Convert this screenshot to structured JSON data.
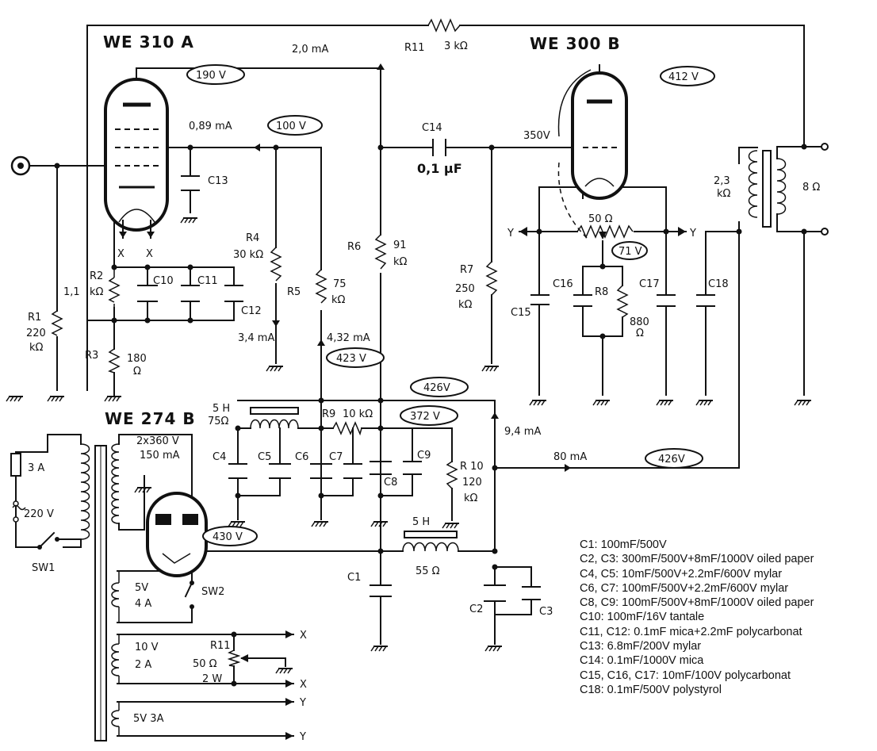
{
  "tubes": {
    "v1": "WE 310 A",
    "v2": "WE 300 B",
    "rect": "WE 274 B"
  },
  "voltages": {
    "v190": "190 V",
    "v100": "100 V",
    "v412": "412 V",
    "v71": "71 V",
    "v423": "423 V",
    "v426a": "426V",
    "v372": "372 V",
    "v426b": "426V",
    "v430": "430 V",
    "v350": "350V"
  },
  "currents": {
    "i20": "2,0 mA",
    "i089": "0,89 mA",
    "i34": "3,4 mA",
    "i432": "4,32 mA",
    "i94": "9,4 mA",
    "i80": "80 mA"
  },
  "resistors": {
    "r11_top": "R11",
    "r11_top_val": "3 kΩ",
    "r1": "R1",
    "r1_val": "220",
    "r1_unit": "kΩ",
    "r1_aux": "1,1",
    "r2": "R2",
    "r2_unit": "kΩ",
    "r3": "R3",
    "r3_val": "180",
    "r3_unit": "Ω",
    "r4": "R4",
    "r4_val": "30 kΩ",
    "r5": "R5",
    "r5_val": "75",
    "r5_unit": "kΩ",
    "r6": "R6",
    "r6_val": "91",
    "r6_unit": "kΩ",
    "r7": "R7",
    "r7_val": "250",
    "r7_unit": "kΩ",
    "r8": "R8",
    "r8_val": "880",
    "r8_unit": "Ω",
    "pot_val": "50 Ω",
    "r9": "R9",
    "r9_val": "10 kΩ",
    "r10": "R 10",
    "r10_val": "120",
    "r10_unit": "kΩ",
    "r11_bot": "R11",
    "r11_bot_val": "50 Ω",
    "r11_bot_w": "2 W"
  },
  "caps": {
    "c1": "C1",
    "c2": "C2",
    "c3": "C3",
    "c4": "C4",
    "c5": "C5",
    "c6": "C6",
    "c7": "C7",
    "c8": "C8",
    "c9": "C9",
    "c10": "C10",
    "c11": "C11",
    "c12": "C12",
    "c13": "C13",
    "c14": "C14",
    "c14_val": "0,1 μF",
    "c15": "C15",
    "c16": "C16",
    "c17": "C17",
    "c18": "C18"
  },
  "chokes": {
    "l1": "5 H",
    "l1_r": "75Ω",
    "l2": "5 H",
    "l2_r": "55 Ω"
  },
  "transformer": {
    "prim": "2,3",
    "prim_unit": "kΩ",
    "sec": "8 Ω"
  },
  "power": {
    "fuse": "3 A",
    "mains": "220 V",
    "sw1": "SW1",
    "sw2": "SW2",
    "hv": "2x360 V",
    "hv_i": "150 mA",
    "fil1_v": "5V",
    "fil1_i": "4 A",
    "fil2_v": "10 V",
    "fil2_i": "2 A",
    "fil3": "5V  3A"
  },
  "terminals": {
    "x": "X",
    "y": "Y"
  },
  "parts_list": [
    "C1: 100mF/500V",
    "C2, C3: 300mF/500V+8mF/1000V oiled paper",
    "C4, C5: 10mF/500V+2.2mF/600V mylar",
    "C6, C7: 100mF/500V+2.2mF/600V mylar",
    "C8, C9: 100mF/500V+8mF/1000V oiled paper",
    "C10: 100mF/16V tantale",
    "C11, C12: 0.1mF mica+2.2mF polycarbonat",
    "C13: 6.8mF/200V mylar",
    "C14: 0.1mF/1000V mica",
    "C15, C16, C17: 10mF/100V polycarbonat",
    "C18: 0.1mF/500V polystyrol"
  ]
}
